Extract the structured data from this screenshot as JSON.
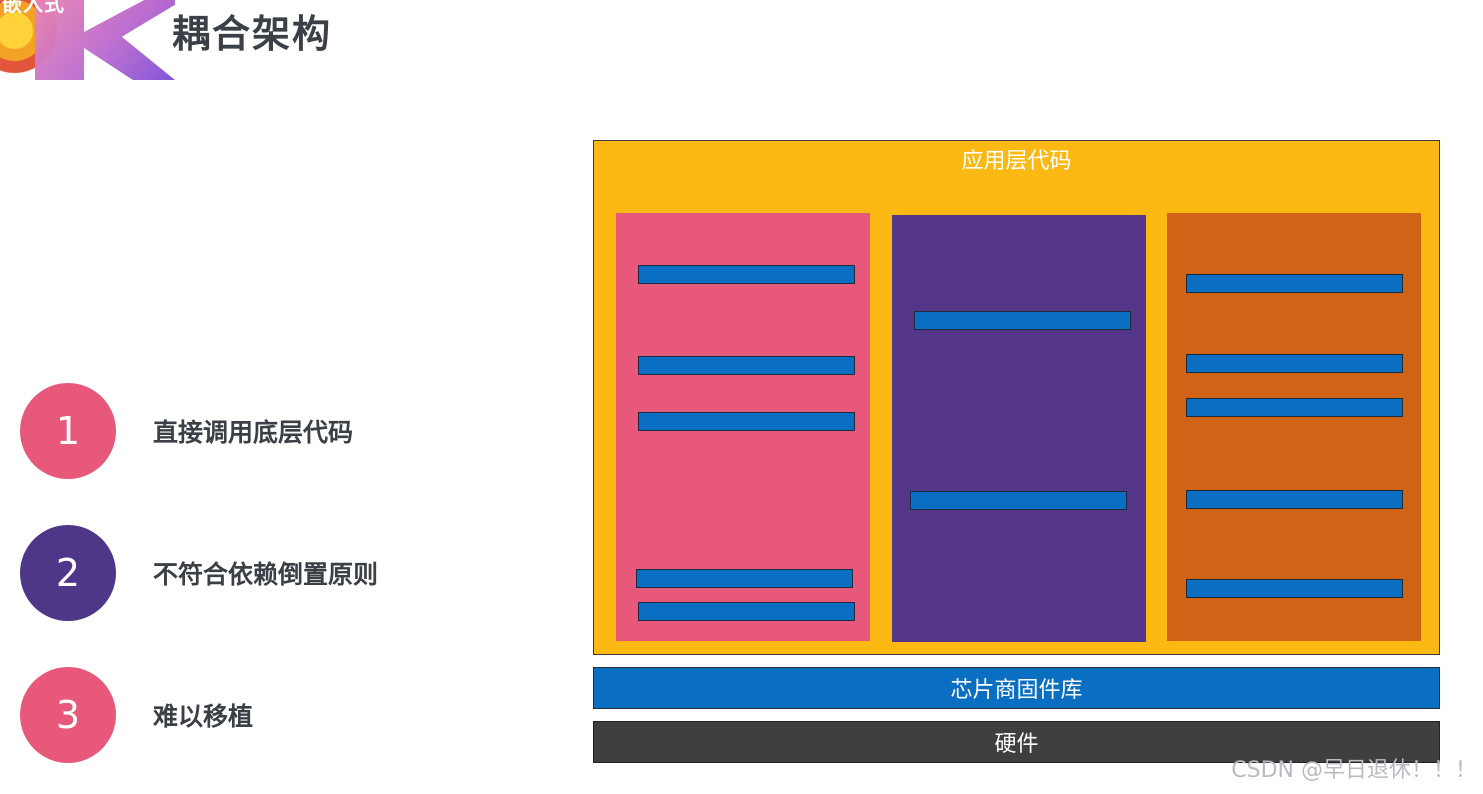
{
  "header": {
    "logo_text": "嵌入式",
    "title": "耦合架构"
  },
  "points": [
    {
      "number": "1",
      "text": "直接调用底层代码",
      "color": "#e8587a"
    },
    {
      "number": "2",
      "text": "不符合依赖倒置原则",
      "color": "#4e3788"
    },
    {
      "number": "3",
      "text": "难以移植",
      "color": "#e8587a"
    }
  ],
  "diagram": {
    "app_layer": {
      "label": "应用层代码",
      "color": "#fdb913"
    },
    "modules": [
      {
        "color": "#e8587a",
        "bar_count": 5
      },
      {
        "color": "#533688",
        "bar_count": 2
      },
      {
        "color": "#d06316",
        "bar_count": 5
      }
    ],
    "bar_color": "#0a6fc2",
    "firmware": {
      "label": "芯片商固件库",
      "color": "#0a6fc2"
    },
    "hardware": {
      "label": "硬件",
      "color": "#3f3f3f"
    }
  },
  "watermark": "CSDN @早日退休！！！"
}
